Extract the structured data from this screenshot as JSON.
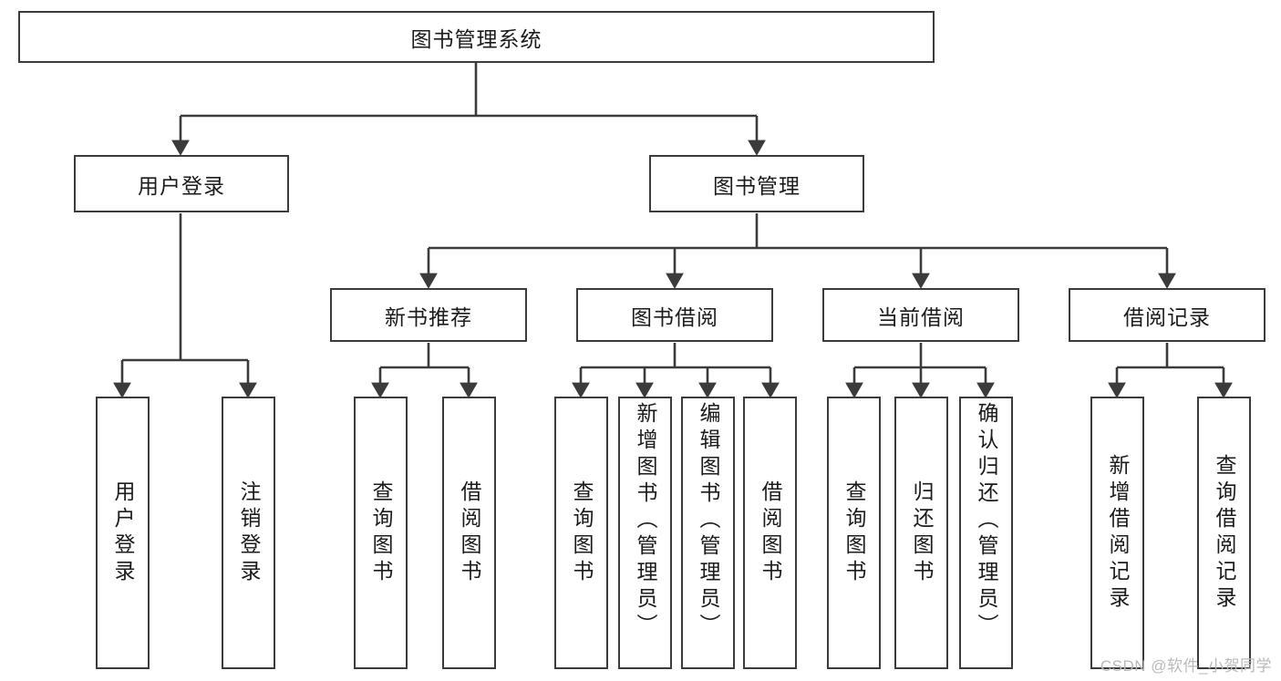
{
  "diagram": {
    "type": "tree-hierarchy-chart",
    "title": "图书管理系统",
    "watermark": "CSDN @软件_小贺同学",
    "colors": {
      "box_border": "#3b3b3b",
      "box_fill": "#ffffff",
      "connector": "#3b3b3b",
      "text": "#1b1b1b",
      "watermark": "#b9b9b9"
    },
    "nodes": {
      "root": {
        "label": "图书管理系统"
      },
      "level2": [
        {
          "label": "用户登录"
        },
        {
          "label": "图书管理"
        }
      ],
      "level3": [
        {
          "label": "新书推荐"
        },
        {
          "label": "图书借阅"
        },
        {
          "label": "当前借阅"
        },
        {
          "label": "借阅记录"
        }
      ],
      "leaves": {
        "user_login": [
          {
            "label": "用户登录"
          },
          {
            "label": "注销登录"
          }
        ],
        "new_book_recommend": [
          {
            "label": "查询图书"
          },
          {
            "label": "借阅图书"
          }
        ],
        "book_borrow": [
          {
            "label": "查询图书"
          },
          {
            "label": "新增图书（管理员）"
          },
          {
            "label": "编辑图书（管理员）"
          },
          {
            "label": "借阅图书"
          }
        ],
        "current_borrow": [
          {
            "label": "查询图书"
          },
          {
            "label": "归还图书"
          },
          {
            "label": "确认归还（管理员）"
          }
        ],
        "borrow_records": [
          {
            "label": "新增借阅记录"
          },
          {
            "label": "查询借阅记录"
          }
        ]
      }
    }
  }
}
